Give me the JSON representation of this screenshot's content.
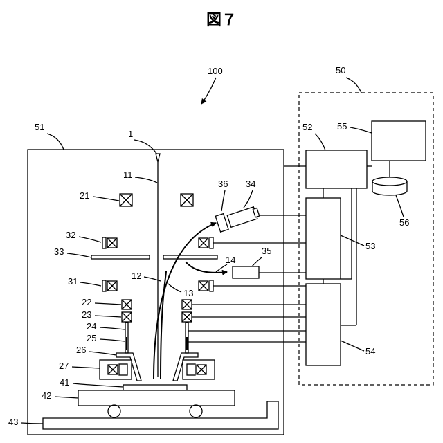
{
  "title": "図７",
  "labels": {
    "n1": "1",
    "n11": "11",
    "n12": "12",
    "n13": "13",
    "n14": "14",
    "n21": "21",
    "n22": "22",
    "n23": "23",
    "n24": "24",
    "n25": "25",
    "n26": "26",
    "n27": "27",
    "n31": "31",
    "n32": "32",
    "n33": "33",
    "n34": "34",
    "n35": "35",
    "n36": "36",
    "n41": "41",
    "n42": "42",
    "n43": "43",
    "n50": "50",
    "n51": "51",
    "n52": "52",
    "n53": "53",
    "n54": "54",
    "n55": "55",
    "n56": "56",
    "n100": "100"
  }
}
